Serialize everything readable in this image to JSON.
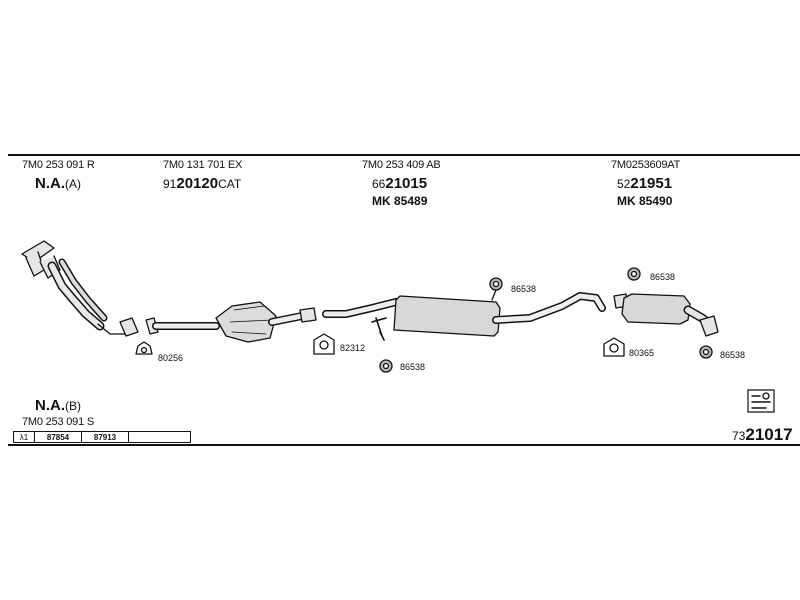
{
  "header": {
    "col1": {
      "part_no": "7M0 253 091 R",
      "code": "N.A.",
      "code_suffix": "(A)"
    },
    "col2": {
      "part_no": "7M0 131 701 EX",
      "prefix": "91",
      "main": "20120",
      "suffix": "CAT"
    },
    "col3": {
      "part_no": "7M0 253 409 AB",
      "prefix": "66",
      "main": "21015",
      "mk": "MK  85489"
    },
    "col4": {
      "part_no": "7M0253609AT",
      "prefix": "52",
      "main": "21951",
      "mk": "MK  85490"
    }
  },
  "refs": {
    "r80256": "80256",
    "r82312": "82312",
    "r86538_a": "86538",
    "r86538_b": "86538",
    "r86538_c": "86538",
    "r86538_d": "86538",
    "r80365": "80365"
  },
  "footer": {
    "code": "N.A.",
    "code_suffix": "(B)",
    "part_no": "7M0 253 091 S",
    "lambda_symbol": "λ1",
    "lambda_values": [
      "87854",
      "87913",
      ""
    ],
    "catalog_prefix": "73",
    "catalog_main": "21017"
  }
}
